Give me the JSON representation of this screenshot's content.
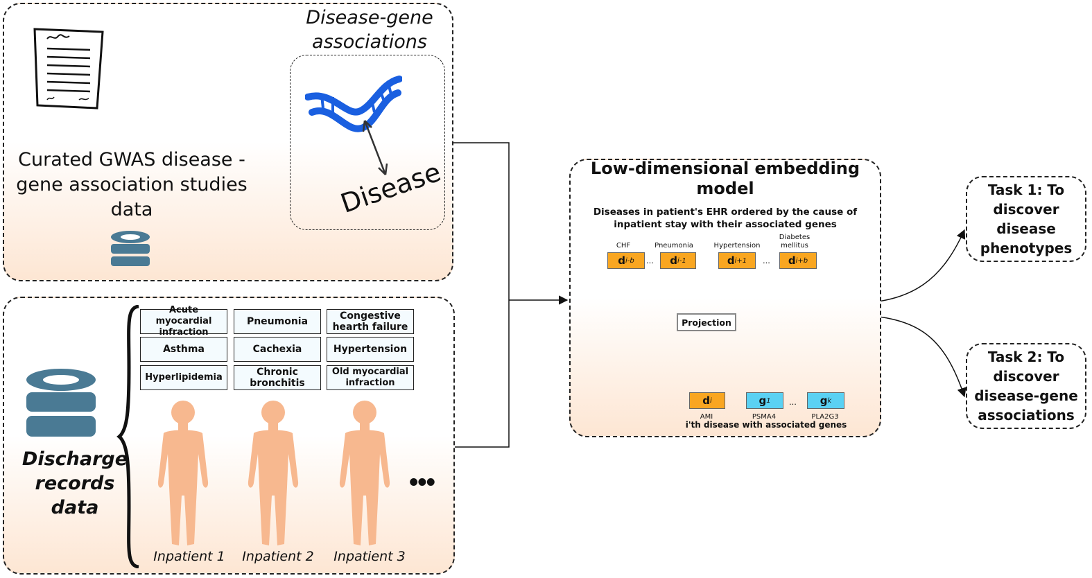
{
  "gwas_panel": {
    "title": "Disease-gene associations",
    "source_text": "Curated GWAS disease - gene association studies data",
    "disease_label": "Disease",
    "icons": [
      "document-icon",
      "database-icon",
      "dna-icon"
    ]
  },
  "discharge_panel": {
    "title": "Discharge records data",
    "diseases": [
      "Acute myocardial infraction",
      "Pneumonia",
      "Congestive hearth failure",
      "Asthma",
      "Cachexia",
      "Hypertension",
      "Hyperlipidemia",
      "Chronic bronchitis",
      "Old myocardial infraction"
    ],
    "inpatients": [
      "Inpatient 1",
      "Inpatient 2",
      "Inpatient 3"
    ],
    "more": "•••"
  },
  "model_panel": {
    "title": "Low-dimensional embedding model",
    "subtitle": "Diseases in patient's EHR ordered by the cause of inpatient stay with their associated genes",
    "context_nodes": [
      {
        "label": "CHF",
        "main": "d",
        "sub": "i-b"
      },
      {
        "label": "Pneumonia",
        "main": "d",
        "sub": "i-1"
      },
      {
        "label": "Hypertension",
        "main": "d",
        "sub": "i+1"
      },
      {
        "label": "Diabetes mellitus",
        "main": "d",
        "sub": "i+b"
      }
    ],
    "projection": "Projection",
    "input_nodes": [
      {
        "label": "AMI",
        "main": "d",
        "sub": "i"
      },
      {
        "label": "PSMA4",
        "main": "g",
        "sub": "1"
      },
      {
        "label": "PLA2G3",
        "main": "g",
        "sub": "k"
      }
    ],
    "dots": "...",
    "input_caption": "i'th disease with associated genes"
  },
  "tasks": [
    {
      "text": "Task 1: To discover disease phenotypes"
    },
    {
      "text": "Task 2: To discover disease-gene associations"
    }
  ],
  "colors": {
    "disease_node": "#f9a621",
    "gene_node": "#5ad1f3",
    "database": "#4a7a94",
    "body": "#f7b88f",
    "dna": "#1a5fe0",
    "panel_gradient": "#fde6d3"
  }
}
